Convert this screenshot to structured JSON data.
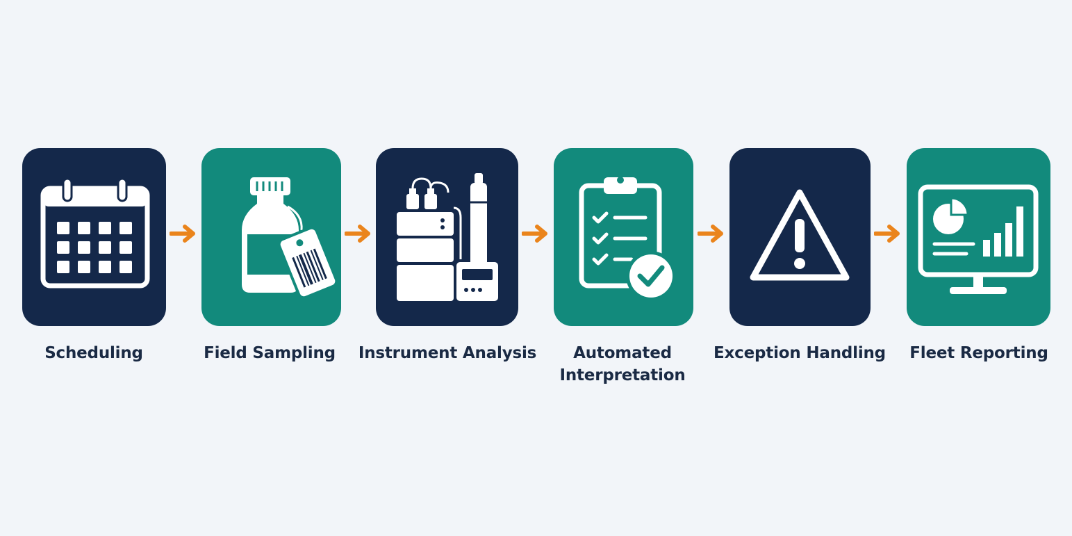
{
  "colors": {
    "background": "#f2f5f9",
    "navy": "#14284a",
    "teal": "#128a7c",
    "arrow": "#ea841c",
    "label": "#1a2a44",
    "icon": "#ffffff"
  },
  "steps": [
    {
      "label": "Scheduling",
      "icon": "calendar-icon"
    },
    {
      "label": "Field Sampling",
      "icon": "sample-bottle-icon"
    },
    {
      "label": "Instrument Analysis",
      "icon": "lab-instrument-icon"
    },
    {
      "label_line1": "Automated",
      "label_line2": "Interpretation",
      "icon": "checklist-icon"
    },
    {
      "label": "Exception Handling",
      "icon": "warning-icon"
    },
    {
      "label": "Fleet Reporting",
      "icon": "dashboard-monitor-icon"
    }
  ]
}
